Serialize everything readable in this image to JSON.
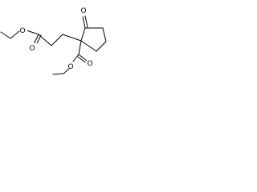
{
  "molecule": {
    "atoms": {
      "ketone_oxygen": "O",
      "ring_ester_carbonyl_oxygen": "O",
      "ring_ester_ether_oxygen": "O",
      "chain_ester_carbonyl_oxygen": "O",
      "chain_ester_ether_oxygen": "O"
    }
  }
}
